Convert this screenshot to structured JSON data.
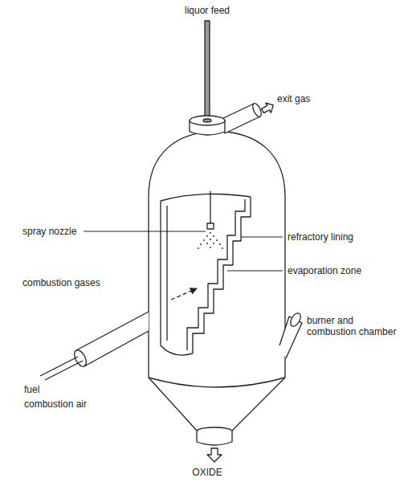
{
  "diagram": {
    "labels": [
      "liquor feed",
      "exit gas",
      "spray nozzle",
      "refractory lining",
      "evaporation zone",
      "combustion gases",
      "burner and combustion chamber",
      "fuel",
      "combustion air",
      "OXIDE"
    ]
  }
}
